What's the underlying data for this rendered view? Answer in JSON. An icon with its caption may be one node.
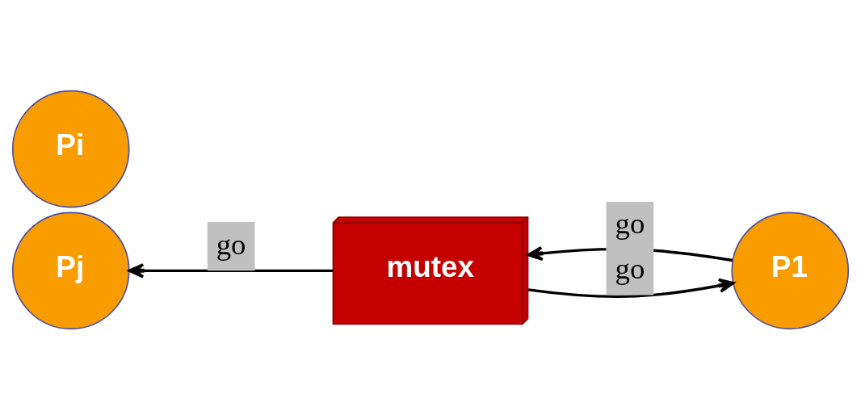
{
  "diagram": {
    "nodes": [
      {
        "text": [
          "P1"
        ]
      },
      {
        "text": [
          "mutex"
        ]
      },
      {
        "text": [
          "Pj"
        ]
      },
      {
        "text": [
          "Pi"
        ]
      }
    ],
    "edges": [
      {
        "from": 1,
        "to": 0,
        "arrow": "to",
        "label": "go"
      },
      {
        "from": 0,
        "to": 1,
        "arrow": "to",
        "label": "go"
      },
      {
        "from": 1,
        "to": 2,
        "arrow": "to",
        "label": "go"
      }
    ]
  }
}
